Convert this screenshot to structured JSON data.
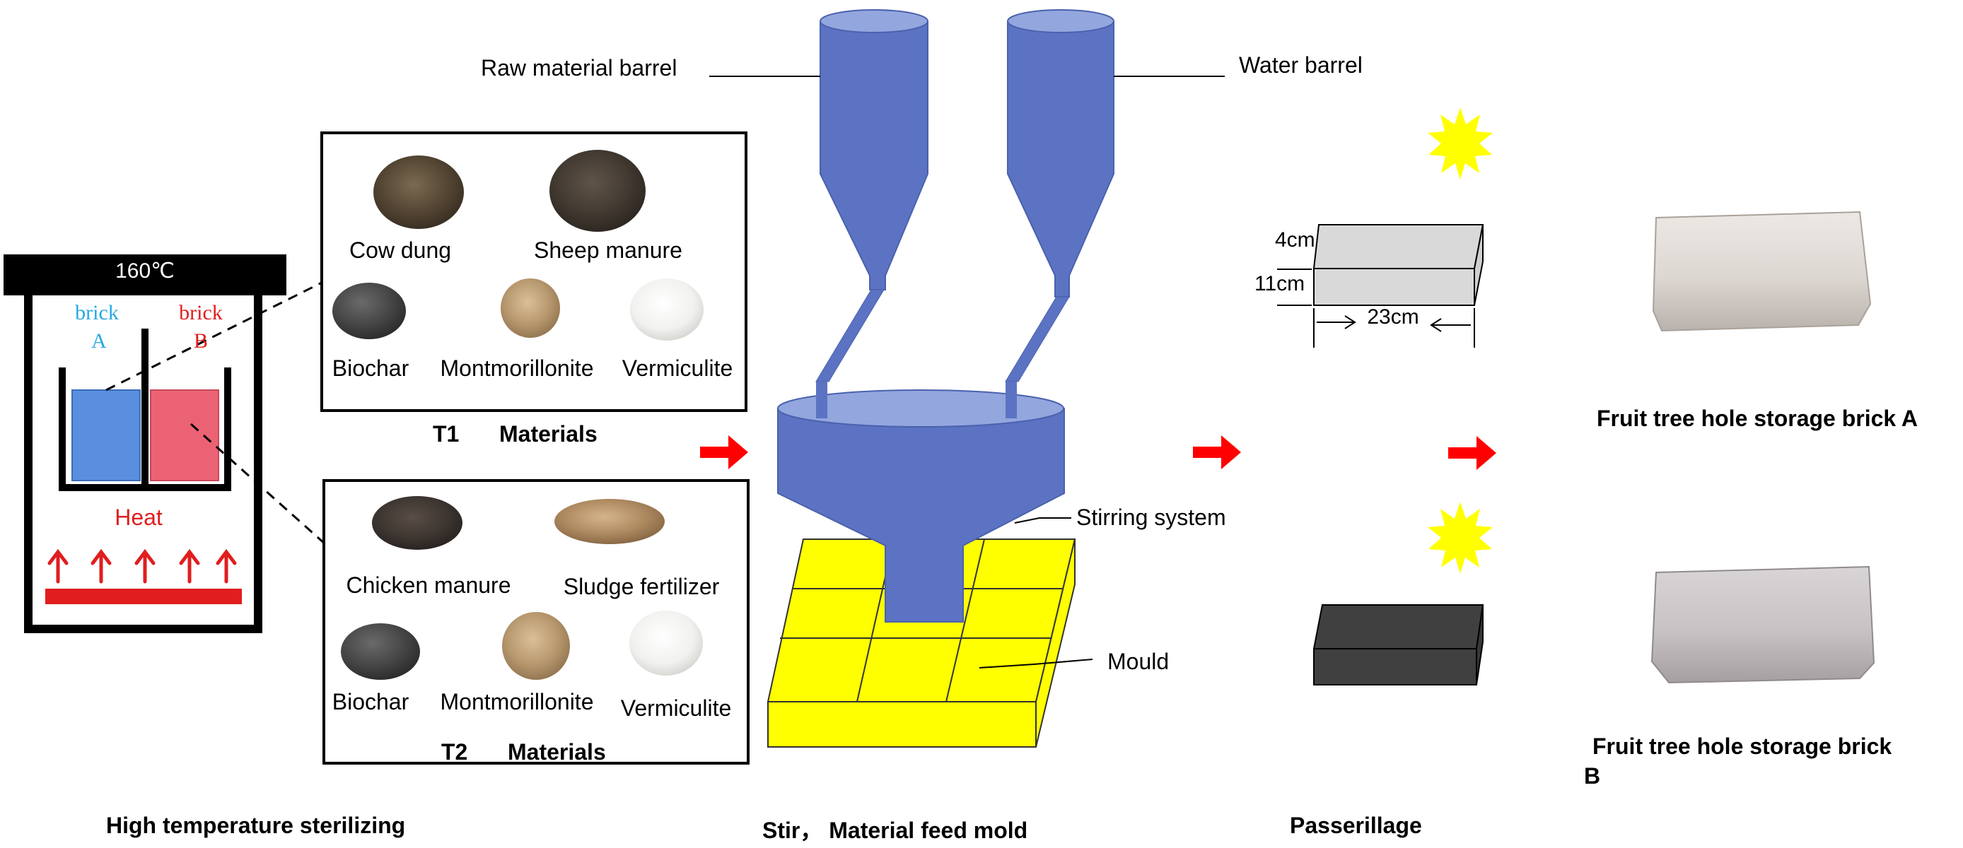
{
  "sterilizer": {
    "temperature": "160℃",
    "brick_a": [
      "brick",
      "A"
    ],
    "brick_b": [
      "brick",
      "B"
    ],
    "heat": "Heat",
    "caption": "High temperature sterilizing",
    "colors": {
      "brick_a": "#5a8fe0",
      "brick_b": "#ec6275",
      "heat": "#e01e1e",
      "label_a": "#27a9e1"
    }
  },
  "materials": {
    "t1": {
      "caption": [
        "T1",
        "Materials"
      ],
      "items": [
        "Cow dung",
        "Sheep manure",
        "Biochar",
        "Montmorillonite",
        "Vermiculite"
      ]
    },
    "t2": {
      "caption": [
        "T2",
        "Materials"
      ],
      "items": [
        "Chicken manure",
        "Sludge fertilizer",
        "Biochar",
        "Montmorillonite",
        "Vermiculite"
      ]
    }
  },
  "mixer": {
    "raw_barrel": "Raw material barrel",
    "water_barrel": "Water barrel",
    "stirring": "Stirring system",
    "mould": "Mould",
    "caption": "Stir， Material feed mold",
    "colors": {
      "equipment": "#5b73c2",
      "equipment_top": "#93a6de",
      "mould": "#ffff00"
    }
  },
  "drying": {
    "dim_height": "4cm",
    "dim_width": "11cm",
    "dim_length": "23cm",
    "caption": "Passerillage",
    "colors": {
      "sun": "#ffff00",
      "brick_light": "#d9d9d9",
      "brick_dark": "#404040",
      "arrow": "#ff0000"
    }
  },
  "products": {
    "a": "Fruit tree hole  storage brick A",
    "b": [
      "Fruit tree hole  storage brick",
      "B"
    ]
  },
  "icons": [
    "red-arrow-icon",
    "sun-icon",
    "heat-arrow-icon"
  ]
}
